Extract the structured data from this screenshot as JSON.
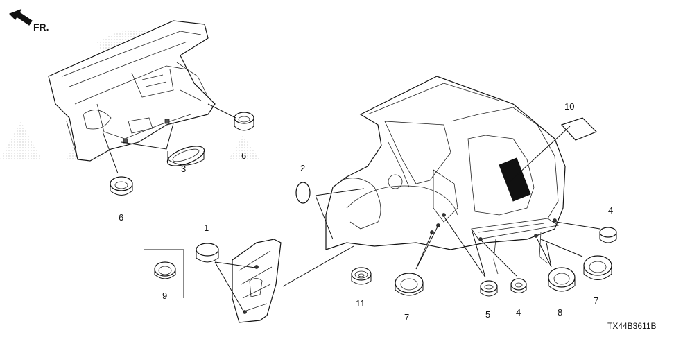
{
  "diagram": {
    "direction_label": "FR.",
    "part_code": "TX44B3611B",
    "callouts": [
      "1",
      "2",
      "3",
      "4",
      "4",
      "5",
      "6",
      "6",
      "7",
      "7",
      "8",
      "9",
      "10",
      "11"
    ]
  }
}
